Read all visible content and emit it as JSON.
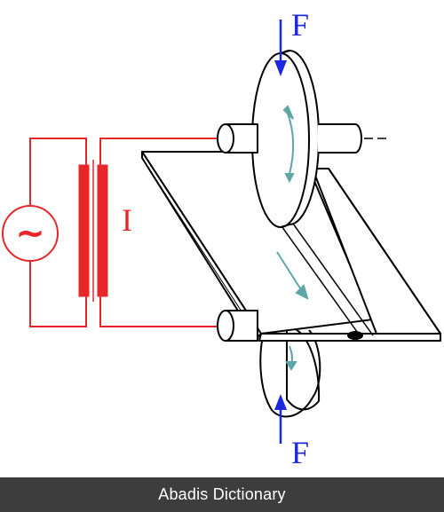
{
  "labels": {
    "force_top": "F",
    "force_bottom": "F",
    "current": "I",
    "ac_source_symbol": "~"
  },
  "footer": {
    "caption": "Abadis Dictionary"
  },
  "colors": {
    "circuit": "#e8262a",
    "force_arrow": "#1c28e0",
    "rotation_arrow": "#5fa6a6",
    "outline": "#000000",
    "background": "#ffffff",
    "footer_bg": "#3d3d3d",
    "footer_text": "#ffffff"
  }
}
